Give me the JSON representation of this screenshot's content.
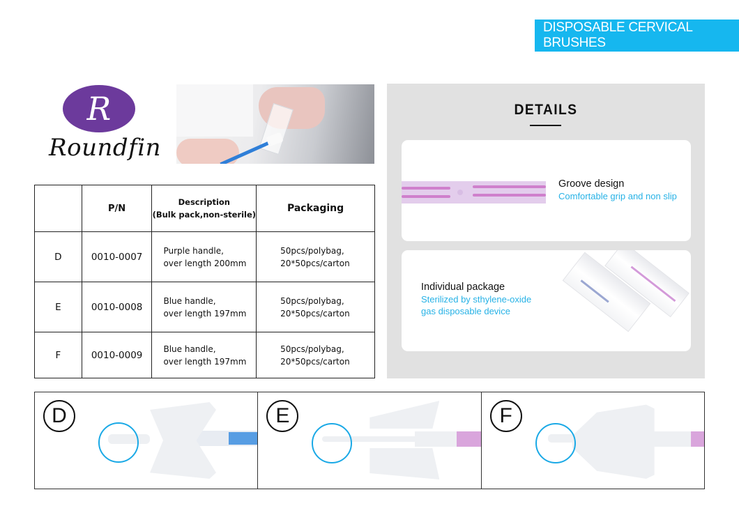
{
  "banner": {
    "title": "DISPOSABLE CERVICAL BRUSHES",
    "color": "#16b7ef"
  },
  "logo": {
    "letter": "R",
    "name": "Roundfin",
    "oval_color": "#6c3a9c"
  },
  "hero_photo": {
    "alt": "Gloved hands applying cervical brush sample onto a glass slide"
  },
  "spec_table": {
    "headers": {
      "letter": "",
      "pn": "P/N",
      "description_line1": "Description",
      "description_line2": "(Bulk pack,non-sterile)",
      "packaging": "Packaging"
    },
    "rows": [
      {
        "letter": "D",
        "pn": "0010-0007",
        "desc_line1": "Purple handle,",
        "desc_line2": "over length 200mm",
        "pack_line1": "50pcs/polybag,",
        "pack_line2": "20*50pcs/carton"
      },
      {
        "letter": "E",
        "pn": "0010-0008",
        "desc_line1": "Blue handle,",
        "desc_line2": "over length 197mm",
        "pack_line1": "50pcs/polybag,",
        "pack_line2": "20*50pcs/carton"
      },
      {
        "letter": "F",
        "pn": "0010-0009",
        "desc_line1": "Blue handle,",
        "desc_line2": "over length 197mm",
        "pack_line1": "50pcs/polybag,",
        "pack_line2": "20*50pcs/carton"
      }
    ]
  },
  "details": {
    "title": "DETAILS",
    "cards": [
      {
        "heading": "Groove design",
        "sub_line1": "Comfortable grip and non slip"
      },
      {
        "heading": "Individual package",
        "sub_line1": "Sterilized by sthylene-oxide",
        "sub_line2": "gas disposable device"
      }
    ],
    "accent_color": "#27b2e6"
  },
  "variants": [
    {
      "label": "D",
      "handle_color": "#3d8fe0"
    },
    {
      "label": "E",
      "handle_color": "#d9a5dc"
    },
    {
      "label": "F",
      "handle_color": "#d9a5dc"
    }
  ],
  "tip_circle_color": "#1aa9e6"
}
